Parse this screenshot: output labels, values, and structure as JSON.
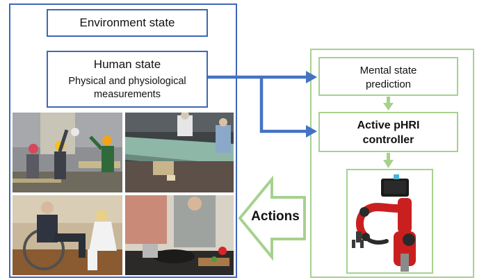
{
  "diagram": {
    "environment_state": "Environment state",
    "human_state": {
      "title": "Human state",
      "subtitle": "Physical and physiological measurements"
    },
    "mental_state": "Mental state prediction",
    "controller": "Active pHRI controller",
    "actions": "Actions",
    "photos": [
      {
        "scene": "construction-workers"
      },
      {
        "scene": "assembly-line"
      },
      {
        "scene": "caregiver-wheelchair"
      },
      {
        "scene": "kitchen-cooking"
      }
    ],
    "robot": {
      "scene": "red-collaborative-robot-arm"
    }
  },
  "colors": {
    "blue_frame": "#3f66b8",
    "blue_arrow": "#4472c4",
    "green_frame": "#a6d18e",
    "green_arrow": "#a6d18e"
  }
}
